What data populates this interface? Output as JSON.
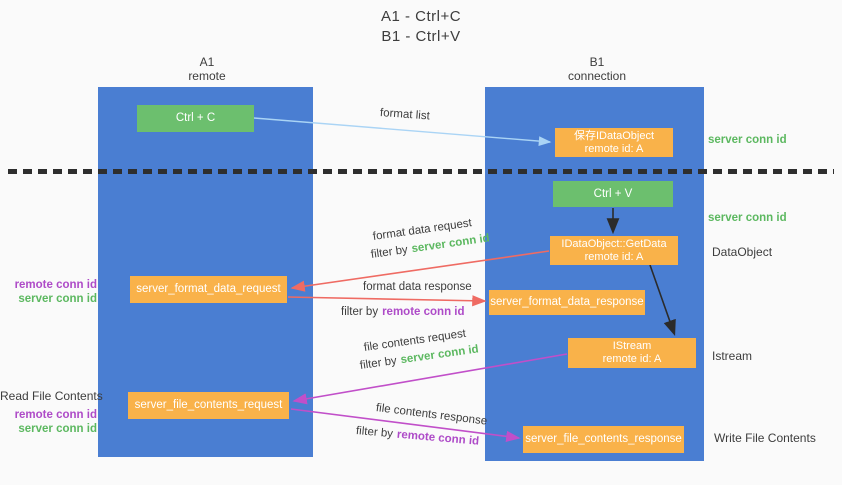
{
  "title": {
    "line1": "A1 - Ctrl+C",
    "line2": "B1 - Ctrl+V"
  },
  "columns": {
    "a1": {
      "name": "A1",
      "role": "remote"
    },
    "b1": {
      "name": "B1",
      "role": "connection"
    }
  },
  "nodes": {
    "ctrl_c": "Ctrl + C",
    "ctrl_v": "Ctrl + V",
    "save_dataobject": {
      "line1": "保存IDataObject",
      "line2": "remote id: A"
    },
    "getdata": {
      "line1": "IDataObject::GetData",
      "line2": "remote id: A"
    },
    "istream": {
      "line1": "IStream",
      "line2": "remote id: A"
    },
    "server_format_data_request": "server_format_data_request",
    "server_format_data_response": "server_format_data_response",
    "server_file_contents_request": "server_file_contents_request",
    "server_file_contents_response": "server_file_contents_response"
  },
  "labels": {
    "format_list": "format list",
    "format_data_request": "format data request",
    "format_data_response": "format data response",
    "file_contents_request": "file contents request",
    "file_contents_response": "file contents response",
    "filter_by": "filter by",
    "server_conn_id": "server conn id",
    "remote_conn_id": "remote conn id",
    "dataobject": "DataObject",
    "istream": "Istream",
    "read_file_contents": "Read File Contents",
    "write_file_contents": "Write File Contents"
  },
  "colors": {
    "lifeline_blue": "#4a7ed2",
    "node_orange": "#f9b24a",
    "node_green": "#6cbf6e",
    "text_green": "#5cb860",
    "text_purple": "#ae4bc8",
    "arrow_lightblue": "#aad4f5",
    "arrow_salmon": "#ef6b63",
    "arrow_magenta": "#c14fc9",
    "arrow_black": "#2b2b2b",
    "text_dark": "#3d3d3d",
    "separator_dark": "#2e2e2e"
  }
}
